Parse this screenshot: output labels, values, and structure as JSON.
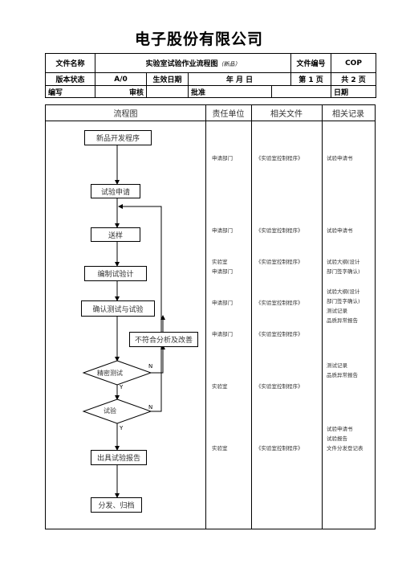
{
  "doc_title": "电子股份有限公司",
  "header": {
    "file_name_label": "文件名称",
    "file_name_value": "实验室试验作业流程图",
    "file_name_note": "（新品）",
    "file_no_label": "文件编号",
    "file_no_value": "COP",
    "version_label": "版本状态",
    "version_value": "A/0",
    "effective_label": "生效日期",
    "effective_value": "年  月  日",
    "page_value": "第 1 页",
    "total_value": "共 2 页",
    "author_label": "编写",
    "review_label": "审核",
    "approve_label": "批准",
    "date_label": "日期"
  },
  "columns": {
    "flow": "流程图",
    "dept": "责任单位",
    "doc": "相关文件",
    "record": "相关记录"
  },
  "flow": {
    "new_product": "新品开发程序",
    "apply": "试验申请",
    "send": "送样",
    "plan": "编制试验计",
    "confirm": "确认测试与试验",
    "nonconform": "不符合分析及改善",
    "precision": "精密测试",
    "test": "试验",
    "report": "出具试验报告",
    "archive": "分发、归档",
    "yes": "Y",
    "no": "N"
  },
  "rows": [
    {
      "dept": [
        "申请部门"
      ],
      "doc": [
        "《实验室控制程序》"
      ],
      "record": [
        "试验申请书"
      ]
    },
    {
      "dept": [
        "申请部门"
      ],
      "doc": [
        "《实验室控制程序》"
      ],
      "record": [
        "试验申请书"
      ]
    },
    {
      "dept": [
        "实验室",
        "申请部门"
      ],
      "doc": [
        "《实验室控制程序》"
      ],
      "record": [
        "试验大纲(设计",
        "部门签字确认)"
      ]
    },
    {
      "dept": [
        "申请部门"
      ],
      "doc": [
        "《实验室控制程序》"
      ],
      "record": [
        "试验大纲(设计",
        "部门签字确认)",
        "测试记录",
        "品质异常报告"
      ]
    },
    {
      "dept": [
        "申请部门"
      ],
      "doc": [
        "《实验室控制程序》"
      ],
      "record": []
    },
    {
      "dept": [],
      "doc": [],
      "record": [
        "测试记录",
        "品质异常报告"
      ]
    },
    {
      "dept": [
        "实验室"
      ],
      "doc": [
        "《实验室控制程序》"
      ],
      "record": []
    },
    {
      "dept": [],
      "doc": [],
      "record": [
        "试验申请书",
        "试验报告",
        "文件分发登记表"
      ]
    },
    {
      "dept": [
        "实验室"
      ],
      "doc": [
        "《实验室控制程序》"
      ],
      "record": []
    }
  ]
}
